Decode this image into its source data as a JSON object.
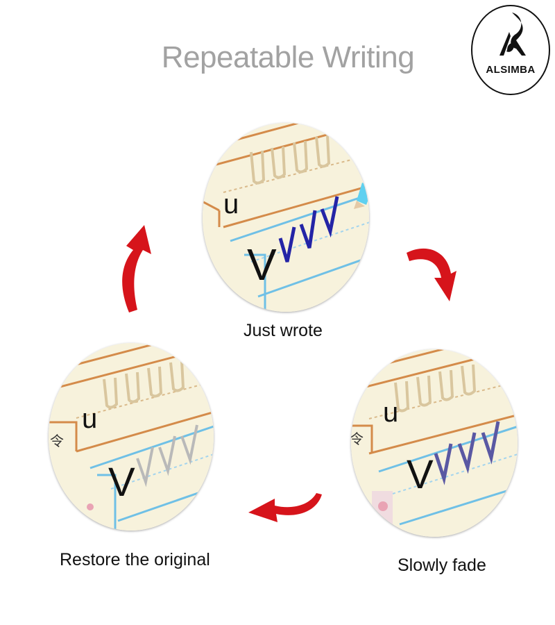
{
  "title": "Repeatable Writing",
  "brand": {
    "name": "ALSIMBA",
    "logo_icon": "alsimba-logo-icon"
  },
  "stages": [
    {
      "caption": "Just wrote",
      "letter_top": "u",
      "letter_bottom": "V",
      "trace_ink": "dark-blue"
    },
    {
      "caption": "Slowly fade",
      "letter_top": "u",
      "letter_bottom": "V",
      "trace_ink": "faded-blue"
    },
    {
      "caption": "Restore the original",
      "letter_top": "u",
      "letter_bottom": "V",
      "trace_ink": "gray"
    }
  ],
  "colors": {
    "title": "#a2a2a2",
    "arrow": "#d6141b",
    "paper": "#f7f2dc",
    "orange_line": "#d48b4a",
    "blue_line": "#6fc0e6",
    "ink_fresh": "#2424a6",
    "ink_fading": "#5a58a3",
    "ink_gone": "#b9b9b9"
  },
  "cycle_arrows": [
    {
      "from": "just-wrote",
      "to": "slowly-fade",
      "icon": "curved-arrow-icon"
    },
    {
      "from": "slowly-fade",
      "to": "restore-the-original",
      "icon": "curved-arrow-icon"
    },
    {
      "from": "restore-the-original",
      "to": "just-wrote",
      "icon": "curved-arrow-icon"
    }
  ]
}
